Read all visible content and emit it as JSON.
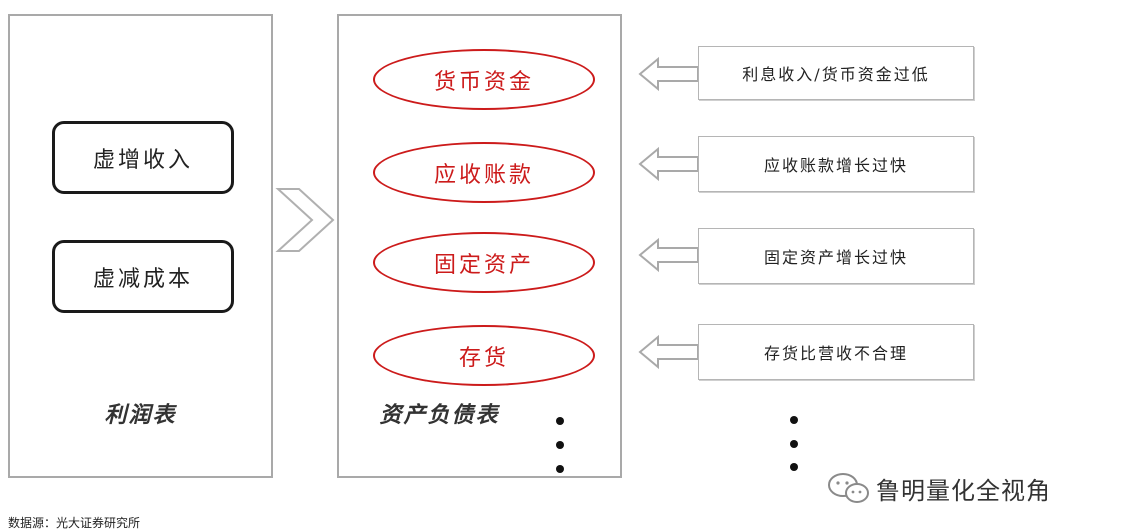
{
  "income_statement": {
    "title": "利润表",
    "items": [
      "虚增收入",
      "虚减成本"
    ]
  },
  "balance_sheet": {
    "title": "资产负债表",
    "items": [
      "货币资金",
      "应收账款",
      "固定资产",
      "存货"
    ]
  },
  "indicators": [
    "利息收入/货币资金过低",
    "应收账款增长过快",
    "固定资产增长过快",
    "存货比营收不合理"
  ],
  "footer": {
    "source": "数据源：光大证券研究所",
    "brand": "鲁明量化全视角"
  },
  "colors": {
    "accent_red": "#cc1b1b",
    "border_gray": "#a9a9a9",
    "box_black": "#1a1a1a"
  },
  "icons": {
    "right_chevron": "chevron-right-icon",
    "left_arrow": "arrow-left-icon",
    "brand_logo": "wechat-icon"
  }
}
